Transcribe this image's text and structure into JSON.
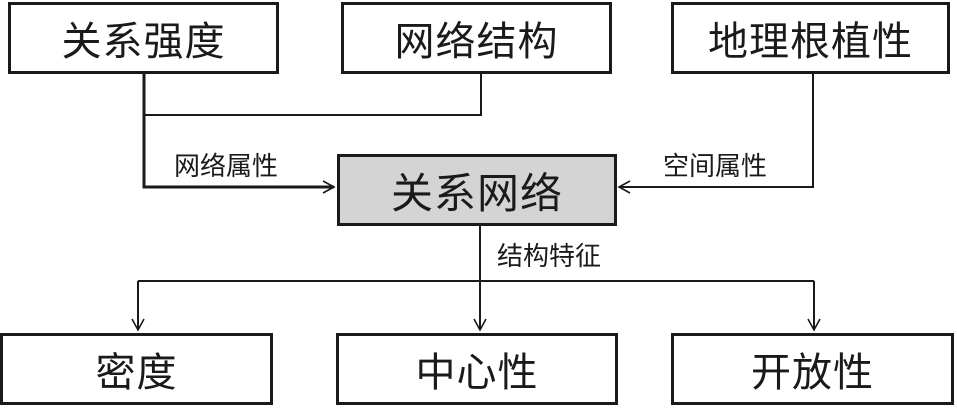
{
  "diagram": {
    "top_nodes": {
      "relation_strength": "关系强度",
      "network_structure": "网络结构",
      "geo_embeddedness": "地理根植性"
    },
    "center_node": "关系网络",
    "bottom_nodes": {
      "density": "密度",
      "centrality": "中心性",
      "openness": "开放性"
    },
    "edge_labels": {
      "network_attribute": "网络属性",
      "spatial_attribute": "空间属性",
      "structural_features": "结构特征"
    }
  }
}
